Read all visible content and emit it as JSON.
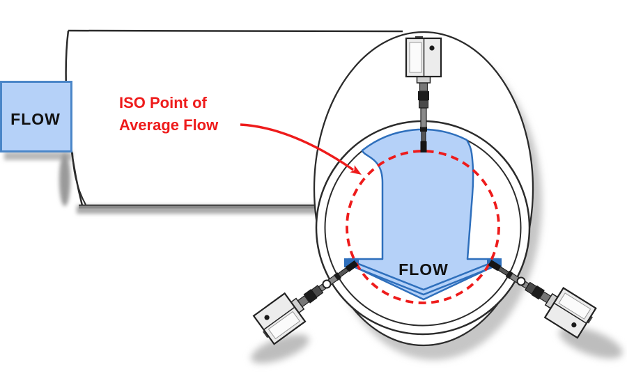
{
  "diagram": {
    "inlet_label": "FLOW",
    "cross_section_label": "FLOW",
    "annotation": {
      "line1": "ISO Point of",
      "line2": "Average Flow"
    },
    "icons": [
      "flow-sensor-top-icon",
      "flow-sensor-left-icon",
      "flow-sensor-right-icon"
    ],
    "colors": {
      "flow_fill_blue": "#b5d1f8",
      "flow_outline_blue": "#2e6fbc",
      "inlet_box_border_blue": "#4a86c8",
      "annotation_red": "#ee1b1b",
      "line_black": "#222222",
      "shadow_gray": "#c6c6c6"
    }
  }
}
